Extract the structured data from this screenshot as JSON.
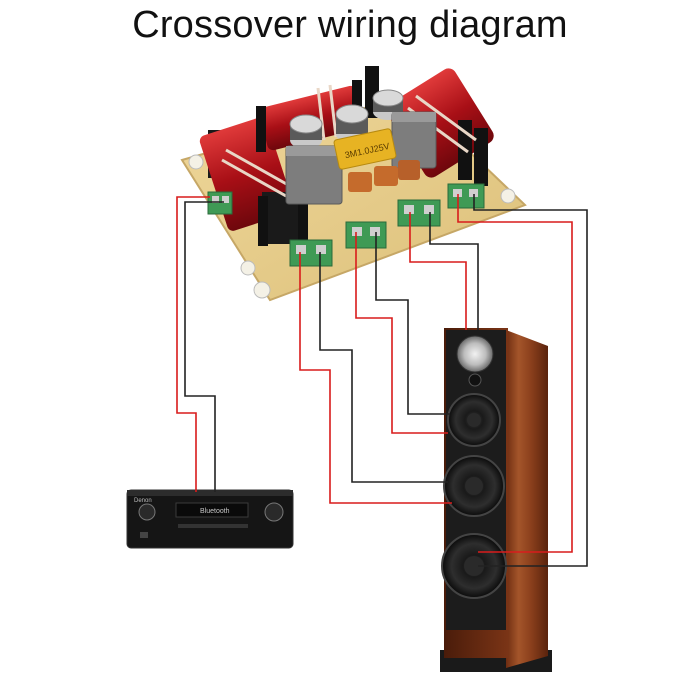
{
  "title": "Crossover wiring diagram",
  "colors": {
    "wire_positive": "#d91c1c",
    "wire_negative": "#222222",
    "board": "#e9cf8e",
    "coil_copper": "#b5121b",
    "terminal_green": "#3f9a55",
    "cabinet_wood": "#9a4a22",
    "cabinet_front": "#1c1c1c",
    "receiver_body": "#151515"
  },
  "crossover": {
    "name": "crossover-board",
    "capacitor_label": "3M1.0J25V"
  },
  "receiver": {
    "brand": "Denon",
    "display_text": "Bluetooth"
  }
}
